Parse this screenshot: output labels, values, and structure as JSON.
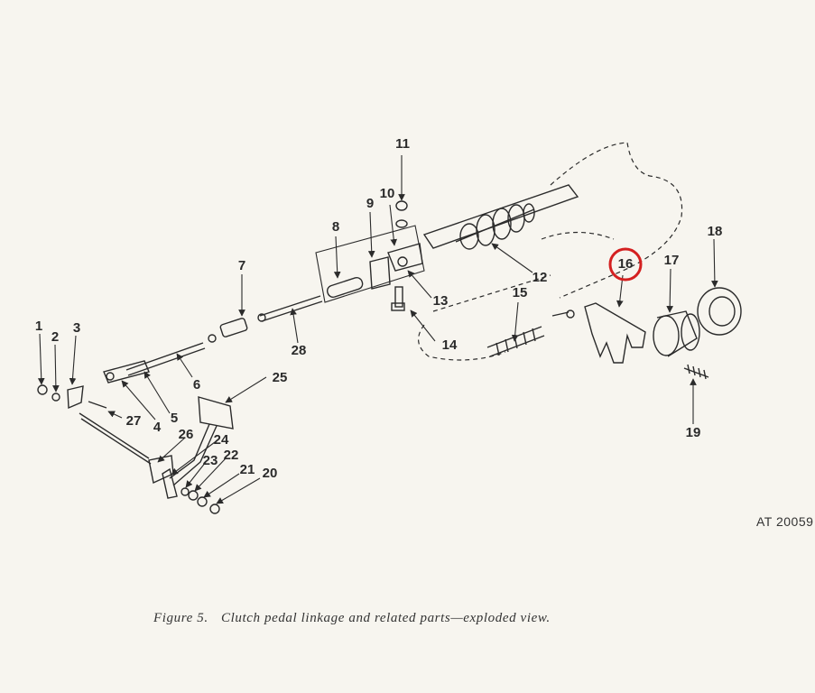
{
  "figure": {
    "number_text": "Figure 5.",
    "caption": "Clutch pedal linkage and related parts—exploded view.",
    "drawing_ref": "AT 20059"
  },
  "parts": [
    {
      "id": "1",
      "text": "1"
    },
    {
      "id": "2",
      "text": "2"
    },
    {
      "id": "3",
      "text": "3"
    },
    {
      "id": "4",
      "text": "4"
    },
    {
      "id": "5",
      "text": "5"
    },
    {
      "id": "6",
      "text": "6"
    },
    {
      "id": "7",
      "text": "7"
    },
    {
      "id": "8",
      "text": "8"
    },
    {
      "id": "9",
      "text": "9"
    },
    {
      "id": "10",
      "text": "10"
    },
    {
      "id": "11",
      "text": "11"
    },
    {
      "id": "12",
      "text": "12"
    },
    {
      "id": "13",
      "text": "13"
    },
    {
      "id": "14",
      "text": "14"
    },
    {
      "id": "15",
      "text": "15"
    },
    {
      "id": "16",
      "text": "16",
      "highlighted": true
    },
    {
      "id": "17",
      "text": "17"
    },
    {
      "id": "18",
      "text": "18"
    },
    {
      "id": "19",
      "text": "19"
    },
    {
      "id": "20",
      "text": "20"
    },
    {
      "id": "21",
      "text": "21"
    },
    {
      "id": "22",
      "text": "22"
    },
    {
      "id": "23",
      "text": "23"
    },
    {
      "id": "24",
      "text": "24"
    },
    {
      "id": "25",
      "text": "25"
    },
    {
      "id": "26",
      "text": "26"
    },
    {
      "id": "27",
      "text": "27"
    },
    {
      "id": "28",
      "text": "28"
    }
  ],
  "colors": {
    "line": "#2b2b2b",
    "highlight": "#d42020",
    "paper": "#f7f5ef"
  }
}
